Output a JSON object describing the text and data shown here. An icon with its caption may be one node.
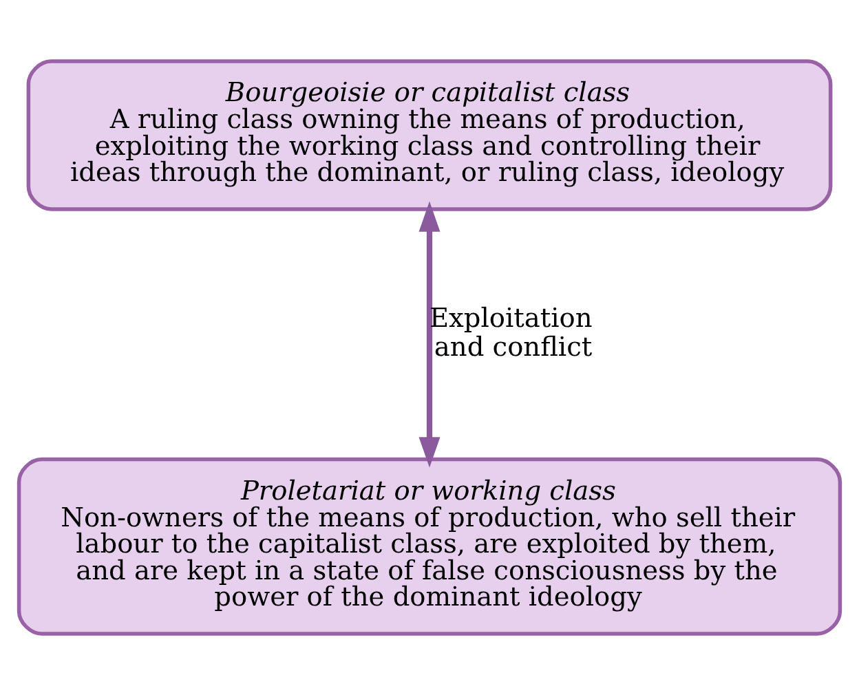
{
  "diagram": {
    "nodes": [
      {
        "text": [
          "Bourgeoisie or capitalist class",
          "A ruling class owning the means of production, exploiting the working class and controlling their ideas through the dominant, or ruling class, ideology"
        ]
      },
      {
        "text": [
          "Proletariat or working class",
          "Non-owners of the means of production, who sell their labour to the capitalist class, are exploited by them, and are kept in a state of false consciousness by the power of the dominant ideology"
        ]
      }
    ],
    "edges": [
      {
        "from": 0,
        "to": 1,
        "arrow": "both",
        "label": "Exploitation and conflict"
      }
    ]
  }
}
